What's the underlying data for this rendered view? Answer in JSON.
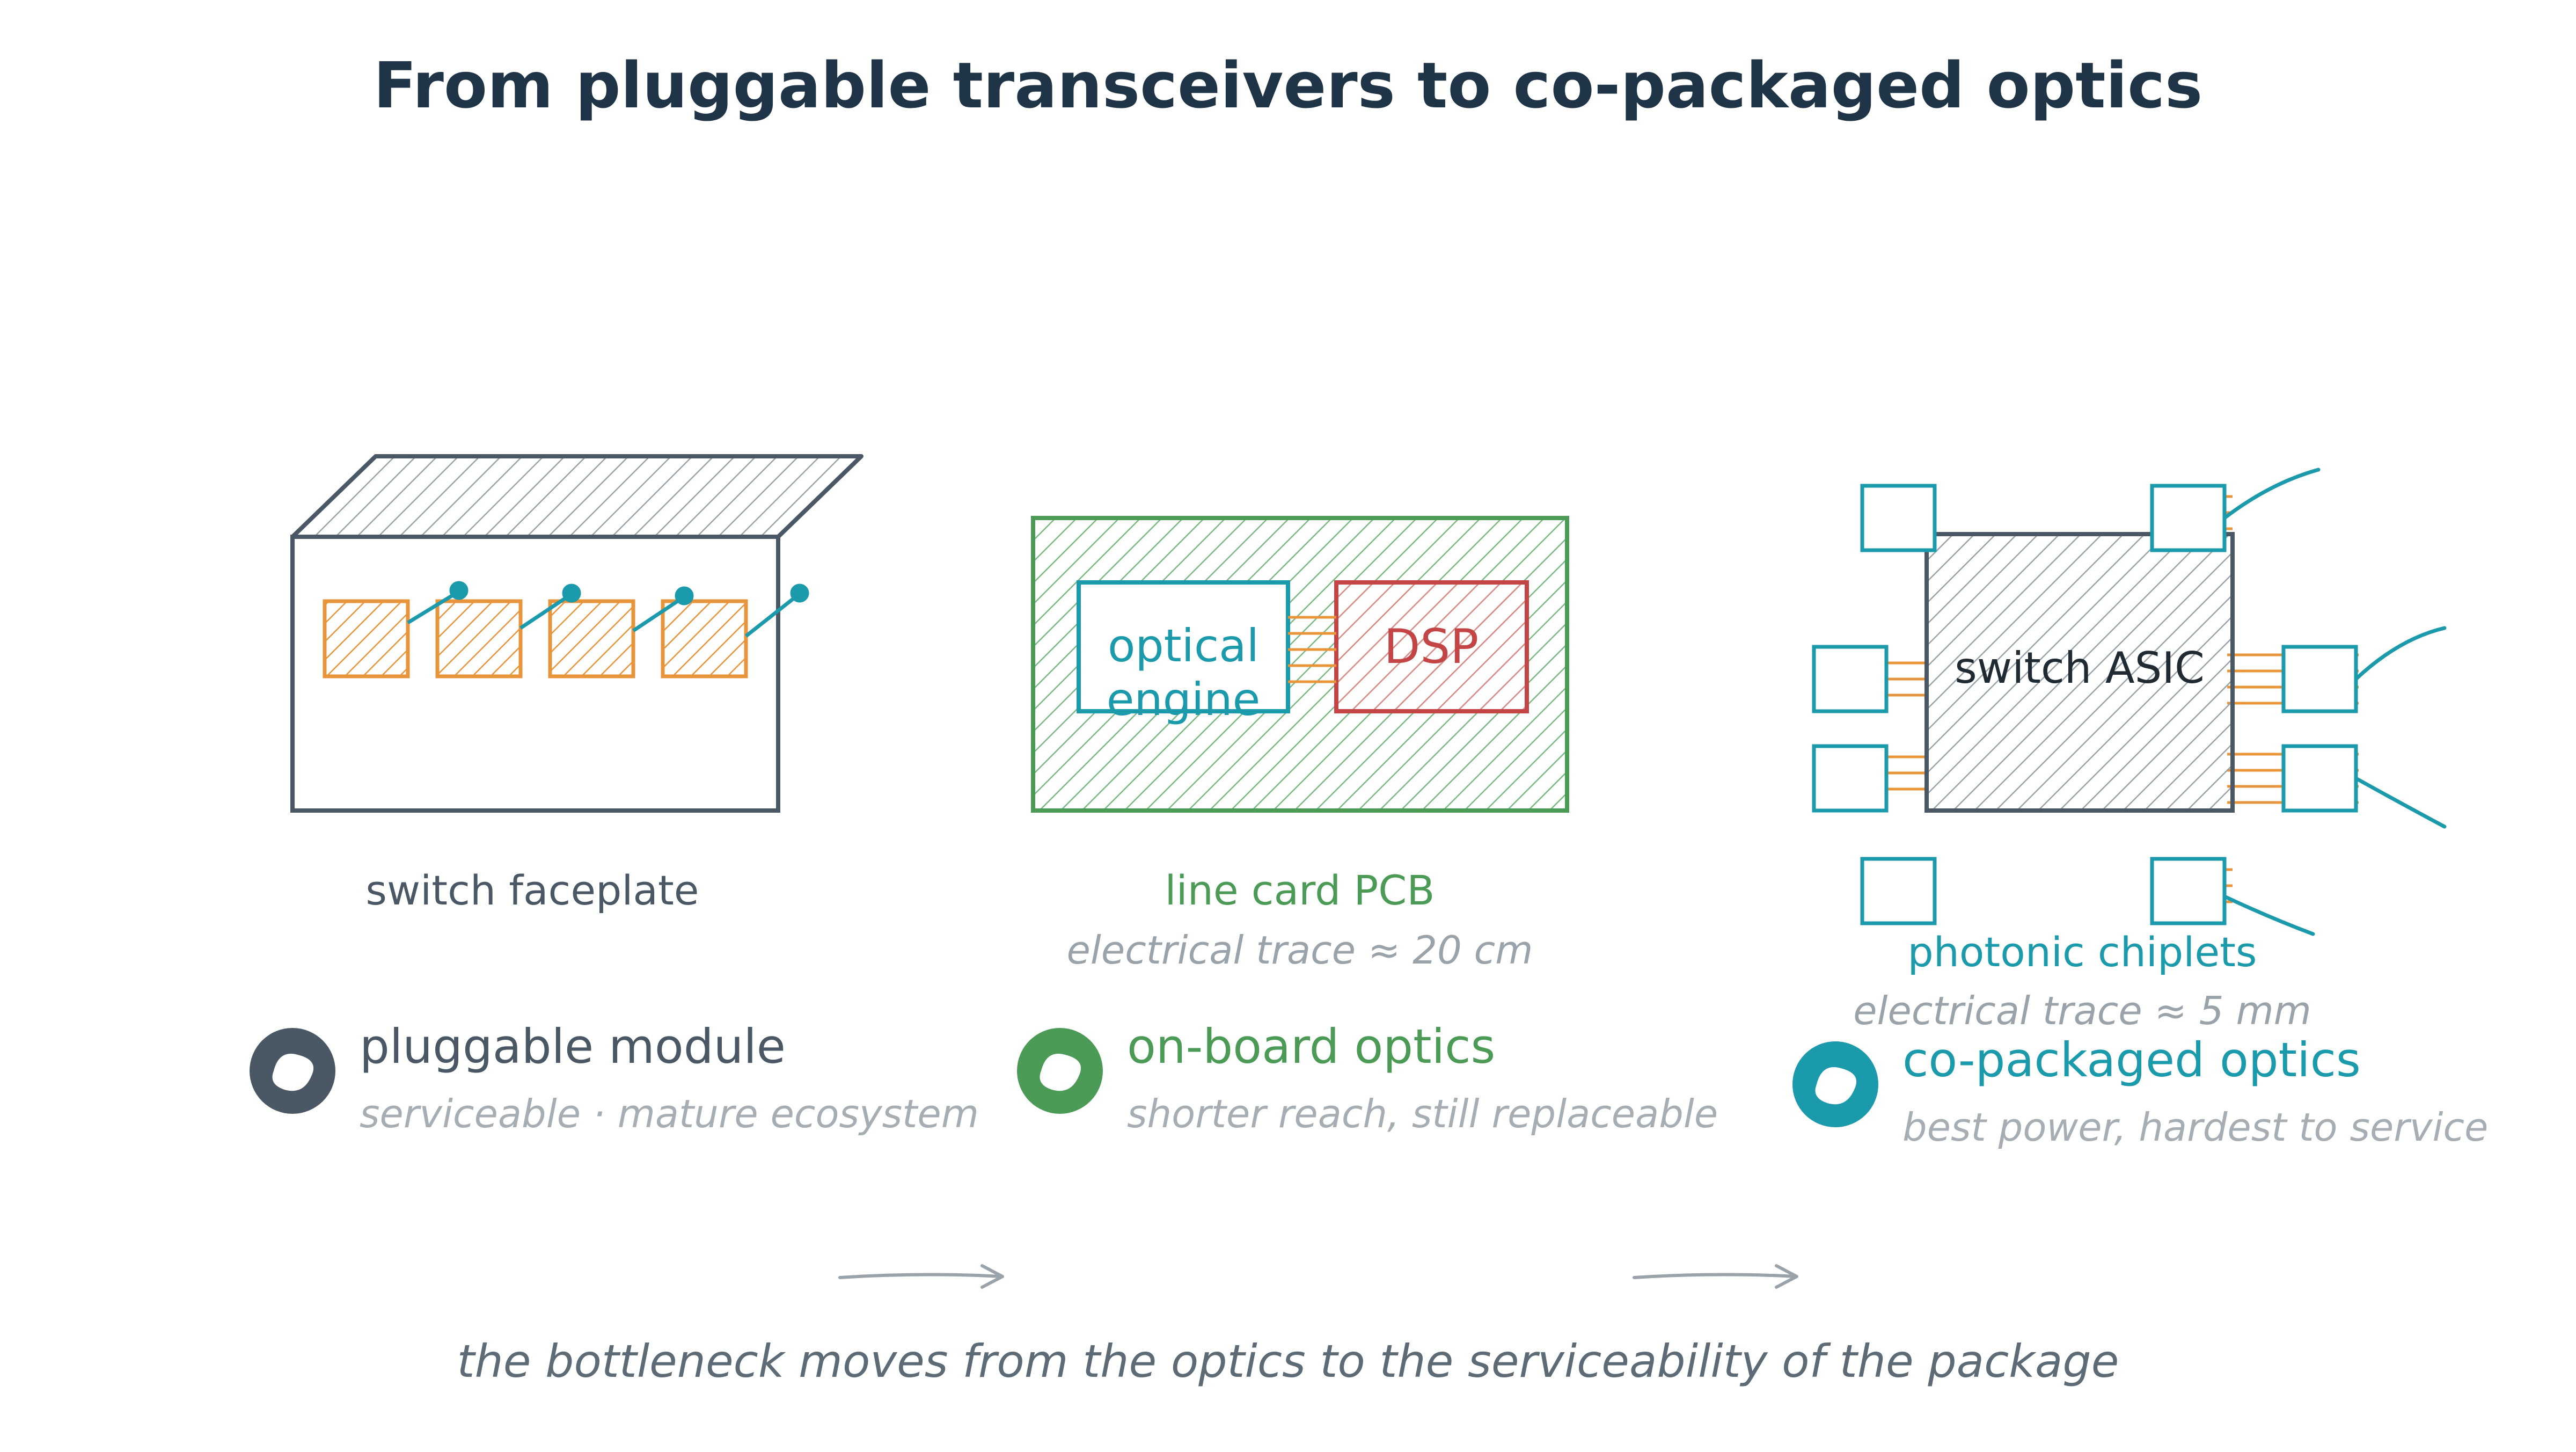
{
  "title": "From pluggable transceivers to co-packaged optics",
  "colors": {
    "slate": "#4a5866",
    "orange": "#e8943a",
    "green": "#4b9a56",
    "red": "#c44545",
    "teal": "#1a9aaa",
    "gray": "#9aa3aa"
  },
  "panel1": {
    "caption": "switch faceplate",
    "label": "pluggable module",
    "desc": "serviceable · mature ecosystem"
  },
  "panel2": {
    "engine_line1": "optical",
    "engine_line2": "engine",
    "dsp": "DSP",
    "caption": "line card PCB",
    "sub": "electrical trace ≈ 20 cm",
    "label": "on-board optics",
    "desc": "shorter reach, still replaceable"
  },
  "panel3": {
    "asic": "switch ASIC",
    "caption": "photonic chiplets",
    "sub": "electrical trace ≈ 5 mm",
    "label": "co-packaged optics",
    "desc": "best power, hardest to service"
  },
  "footer": "the bottleneck moves from the optics to the serviceability of the package"
}
